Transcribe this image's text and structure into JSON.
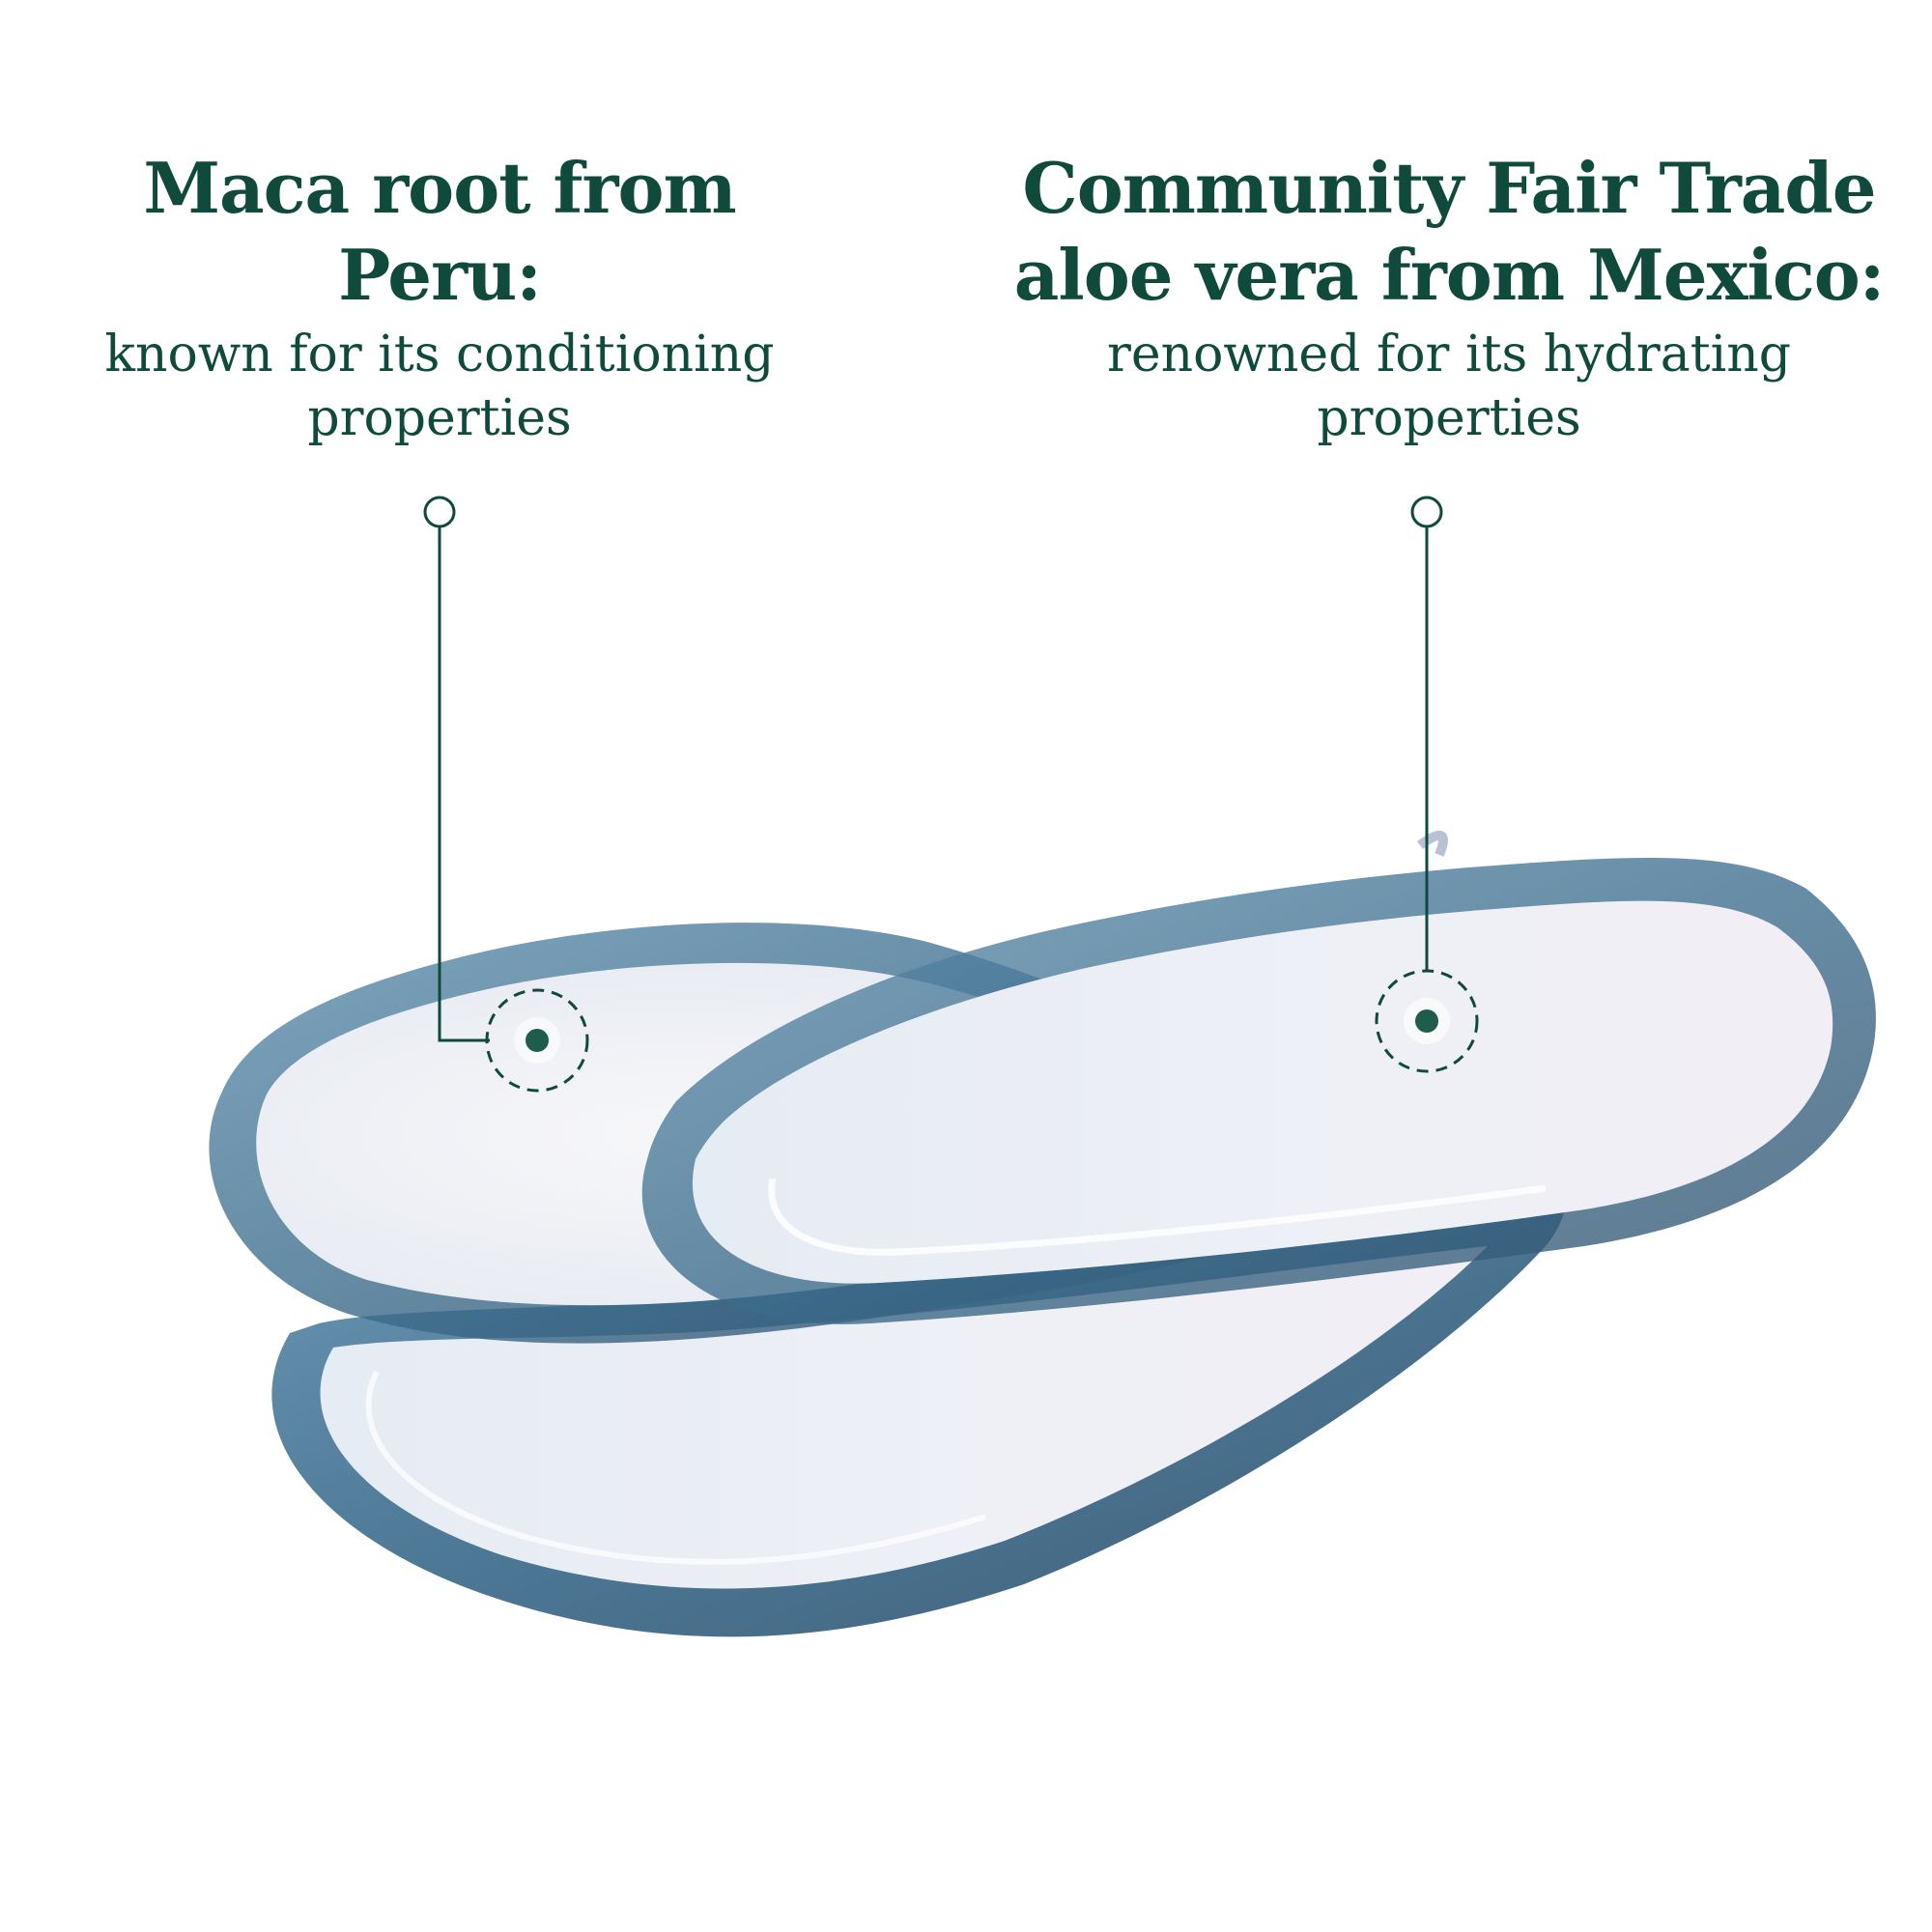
{
  "callouts": [
    {
      "title": "Maca root from\nPeru:",
      "subtitle": "known for its conditioning\nproperties"
    },
    {
      "title": "Community Fair Trade\naloe vera from Mexico:",
      "subtitle": "renowned for its hydrating\nproperties"
    }
  ],
  "colors": {
    "accent": "#0f4a3c",
    "gel_edge": "#3a6f8f",
    "gel_fill": "#eef0f6"
  }
}
